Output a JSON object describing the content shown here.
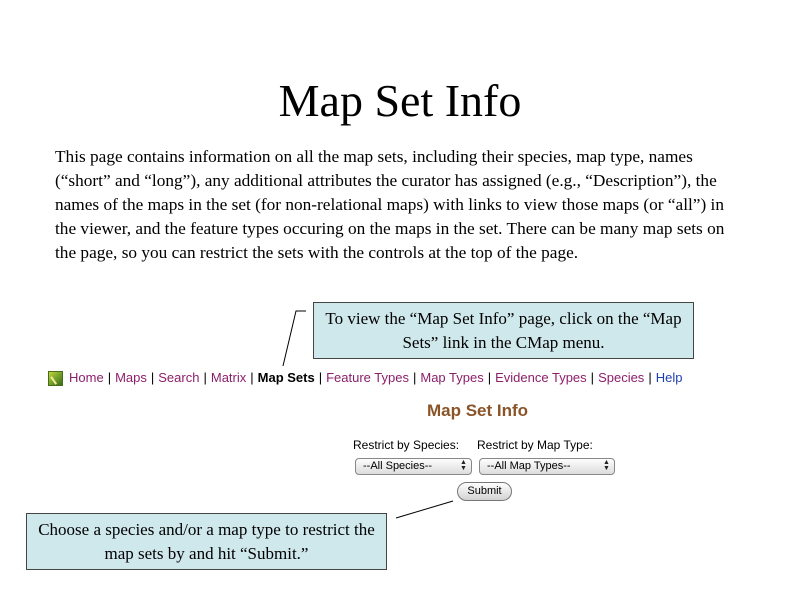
{
  "slide": {
    "title": "Map Set Info",
    "intro": "This page contains information on all the map sets, including their species, map type, names (“short” and “long”), any additional attributes the curator has assigned (e.g., “Description”), the names of the maps in the set (for non-relational maps) with links to view those maps (or “all”) in the viewer, and the feature types occuring on the maps in the set.  There can be many map sets on the page, so you can restrict the sets with the controls at the top of the page.",
    "callout_top": "To view the “Map Set Info” page, click on the “Map Sets” link in the CMap menu.",
    "callout_bottom": "Choose a species and/or a map type to restrict the map sets by and hit “Submit.”"
  },
  "nav": {
    "items": [
      {
        "label": "Home",
        "name": "nav-home",
        "active": false,
        "kind": "normal"
      },
      {
        "label": "Maps",
        "name": "nav-maps",
        "active": false,
        "kind": "normal"
      },
      {
        "label": "Search",
        "name": "nav-search",
        "active": false,
        "kind": "normal"
      },
      {
        "label": "Matrix",
        "name": "nav-matrix",
        "active": false,
        "kind": "normal"
      },
      {
        "label": "Map Sets",
        "name": "nav-map-sets",
        "active": true,
        "kind": "normal"
      },
      {
        "label": "Feature Types",
        "name": "nav-feature-types",
        "active": false,
        "kind": "normal"
      },
      {
        "label": "Map Types",
        "name": "nav-map-types",
        "active": false,
        "kind": "normal"
      },
      {
        "label": "Evidence Types",
        "name": "nav-evidence-types",
        "active": false,
        "kind": "normal"
      },
      {
        "label": "Species",
        "name": "nav-species",
        "active": false,
        "kind": "normal"
      },
      {
        "label": "Help",
        "name": "nav-help",
        "active": false,
        "kind": "help"
      }
    ],
    "separator": "|"
  },
  "cmap": {
    "heading": "Map Set Info",
    "species_label": "Restrict by Species:",
    "map_type_label": "Restrict by Map Type:",
    "species_value": "--All Species--",
    "map_type_value": "--All Map Types--",
    "submit_label": "Submit"
  },
  "colors": {
    "callout_bg": "#cfe8ec",
    "link": "#8c1f6a",
    "help_link": "#1e3fb0",
    "heading": "#8a5428"
  }
}
